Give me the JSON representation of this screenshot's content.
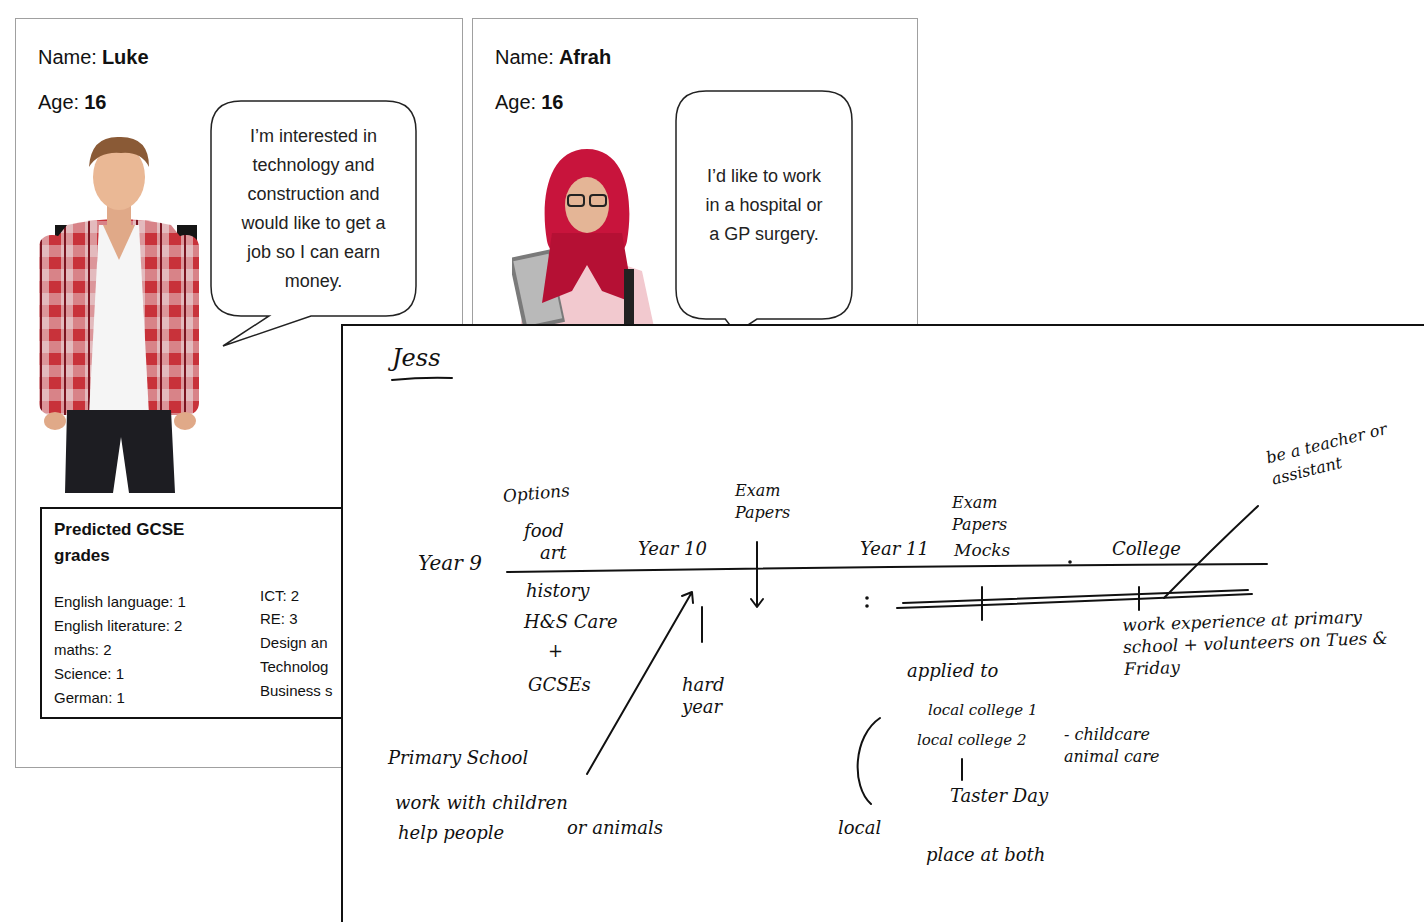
{
  "diagram": {
    "nodes": [
      {
        "text": [
          "Name:",
          "Luke",
          "Age:",
          "16"
        ]
      },
      {
        "text": [
          "I’m interested in technology and construction and would like to get a job so I can earn money."
        ],
        "in": 0
      },
      {
        "text": [
          "Predicted GCSE grades",
          "English language: 1",
          "English literature: 2",
          "maths: 2",
          "Science: 1",
          "German: 1",
          "ICT: 2",
          "RE: 3",
          "Design an",
          "Technolog",
          "Business s"
        ],
        "in": 0
      },
      {
        "text": [
          "Name:",
          "Afrah",
          "Age:",
          "16"
        ]
      },
      {
        "text": [
          "I’d like to work in a hospital or a GP surgery."
        ],
        "in": 3
      },
      {
        "text": [
          "Jess"
        ]
      }
    ],
    "labels": [
      "Options",
      "food",
      "art",
      "Exam Papers",
      "be a teacher or assistant",
      "Exam Papers",
      "Mocks",
      "Year 9",
      "Year 10",
      "Year 11",
      "College",
      "history",
      "H&S Care",
      "+",
      "GCSEs",
      "hard year",
      "work experience at primary school + volunteers on Tues & Friday",
      "applied to",
      "local college 1",
      "local college 2",
      "- childcare animal care",
      "Taster Day",
      "Primary School",
      "work with children",
      "or animals",
      "help people",
      "local",
      "place at both"
    ]
  }
}
